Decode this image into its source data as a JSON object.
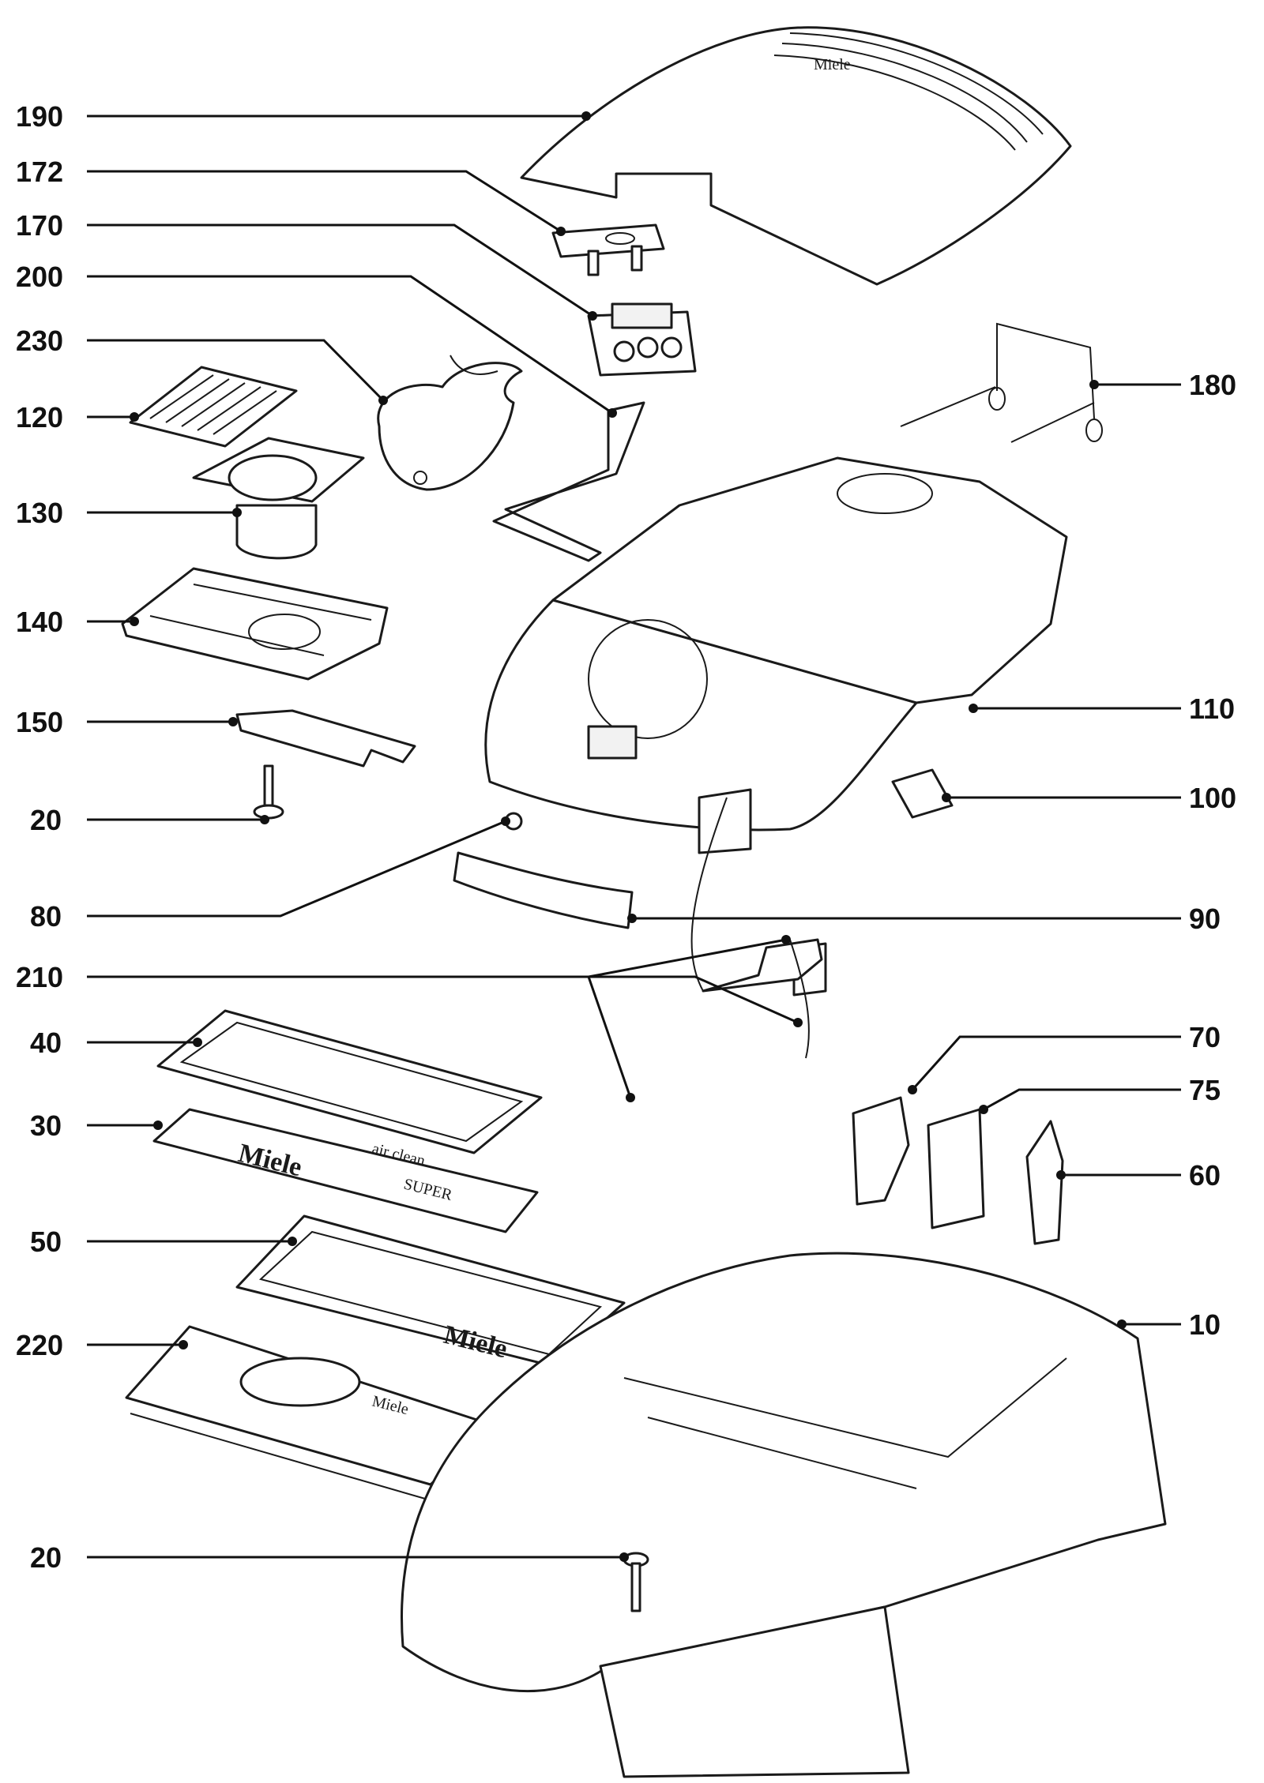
{
  "callouts": [
    {
      "id": "190",
      "label": "190"
    },
    {
      "id": "172",
      "label": "172"
    },
    {
      "id": "170",
      "label": "170"
    },
    {
      "id": "200",
      "label": "200"
    },
    {
      "id": "230",
      "label": "230"
    },
    {
      "id": "120",
      "label": "120"
    },
    {
      "id": "130",
      "label": "130"
    },
    {
      "id": "140",
      "label": "140"
    },
    {
      "id": "150",
      "label": "150"
    },
    {
      "id": "20a",
      "label": "20"
    },
    {
      "id": "80",
      "label": "80"
    },
    {
      "id": "210",
      "label": "210"
    },
    {
      "id": "40",
      "label": "40"
    },
    {
      "id": "30",
      "label": "30"
    },
    {
      "id": "50",
      "label": "50"
    },
    {
      "id": "220",
      "label": "220"
    },
    {
      "id": "20b",
      "label": "20"
    },
    {
      "id": "180",
      "label": "180"
    },
    {
      "id": "110",
      "label": "110"
    },
    {
      "id": "100",
      "label": "100"
    },
    {
      "id": "90",
      "label": "90"
    },
    {
      "id": "70",
      "label": "70"
    },
    {
      "id": "75",
      "label": "75"
    },
    {
      "id": "60",
      "label": "60"
    },
    {
      "id": "10",
      "label": "10"
    }
  ],
  "part_markings": {
    "brand": "Miele",
    "filter_text": "air clean",
    "filter_badge": "SUPER"
  }
}
